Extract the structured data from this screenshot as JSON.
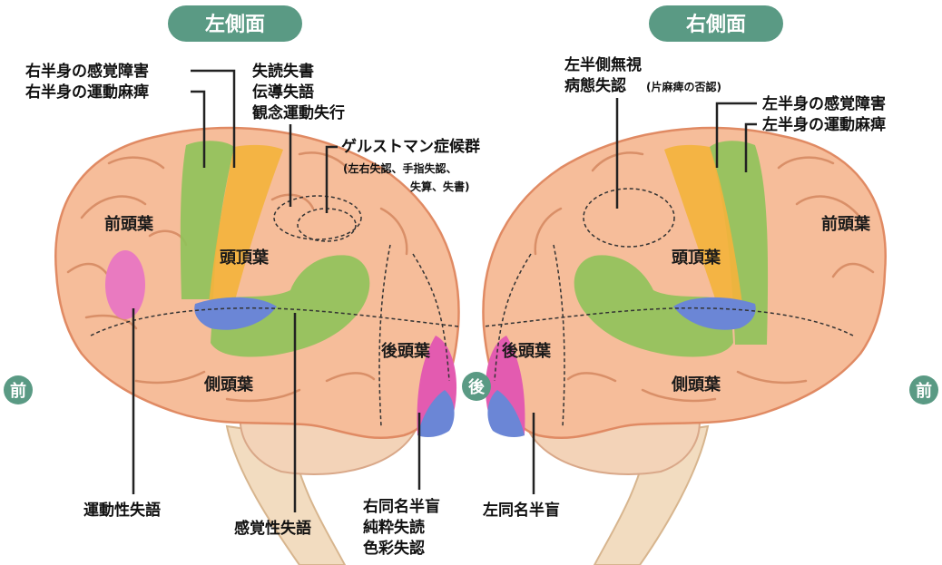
{
  "left_view": {
    "title": "左側面",
    "label_sensory_motor": [
      "右半身の感覚障害",
      "右半身の運動麻痺"
    ],
    "label_reading": [
      "失読失書",
      "伝導失語",
      "観念運動失行"
    ],
    "label_gerstmann": [
      "ゲルストマン症候群",
      "(左右失認、手指失認、",
      "失算、失書)"
    ],
    "lobe_frontal": "前頭葉",
    "lobe_parietal": "頭頂葉",
    "lobe_temporal": "側頭葉",
    "lobe_occipital": "後頭葉",
    "label_motor_aphasia": "運動性失語",
    "label_sensory_aphasia": "感覚性失語",
    "label_hemianopia": [
      "右同名半盲",
      "純粋失読",
      "色彩失認"
    ],
    "badge_front": "前",
    "badge_back": "後"
  },
  "right_view": {
    "title": "右側面",
    "label_neglect": [
      "左半側無視",
      "病態失認",
      "(片麻痺の否認)"
    ],
    "label_sensory_motor": [
      "左半身の感覚障害",
      "左半身の運動麻痺"
    ],
    "lobe_frontal": "前頭葉",
    "lobe_parietal": "頭頂葉",
    "lobe_temporal": "側頭葉",
    "lobe_occipital": "後頭葉",
    "label_hemianopia": "左同名半盲",
    "badge_front": "前"
  },
  "colors": {
    "brain": "#f6bd9a",
    "brain_edge": "#e08a63",
    "green_area": "#8fc25a",
    "orange_area": "#f3b33d",
    "blue_area": "#6b86d6",
    "pink_area": "#e97ac0",
    "title_pill": "#5a9a84",
    "badge": "#5a9a84",
    "brainstem": "#f2dcc0"
  }
}
